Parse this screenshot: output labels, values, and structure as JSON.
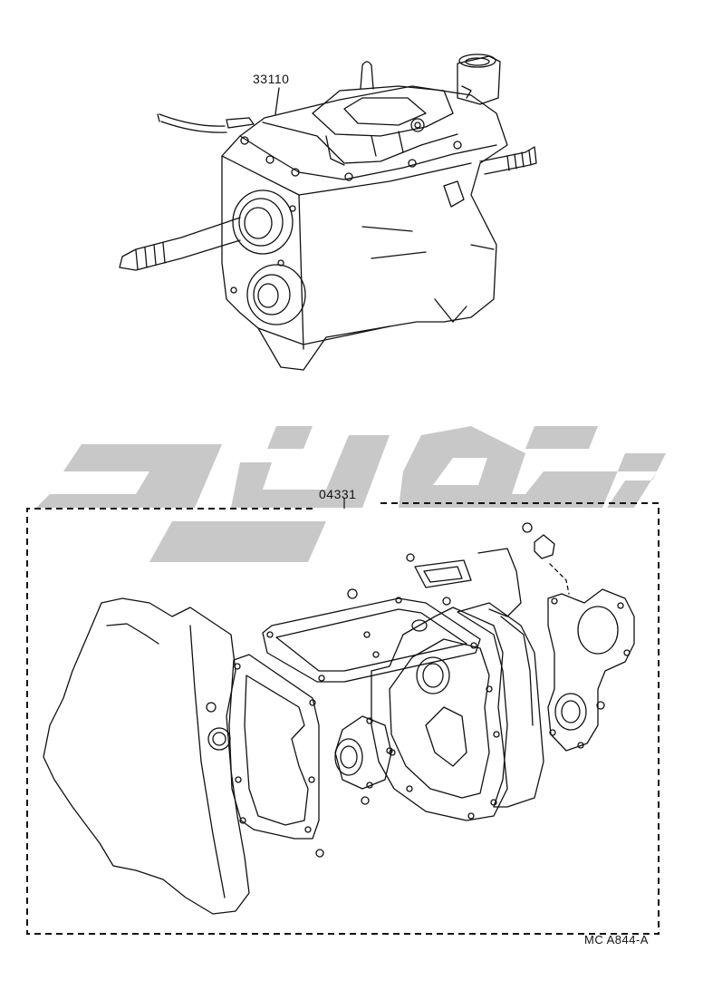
{
  "callouts": {
    "transmission_assy_part_no": "33110",
    "gasket_kit_part_no": "04331"
  },
  "illustration_code": "MC A844-A",
  "colors": {
    "ink": "#111111",
    "watermark": "#c8c8c8"
  }
}
